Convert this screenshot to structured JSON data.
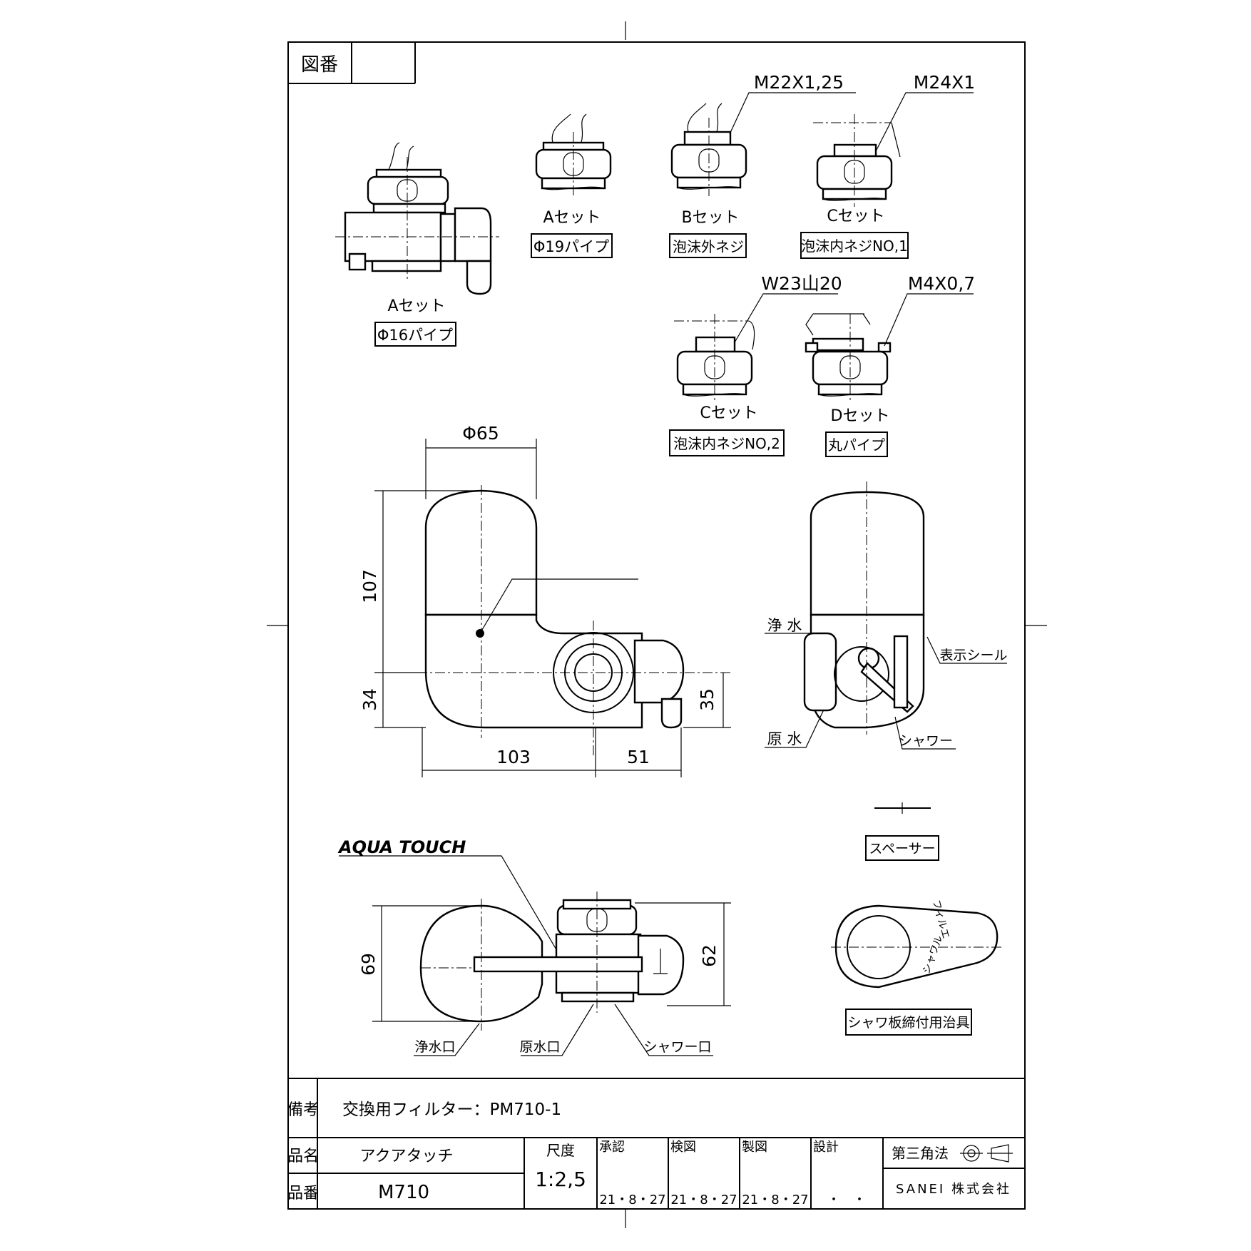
{
  "title_block": {
    "drawing_no_label": "図番",
    "drawing_no_value": "",
    "remarks_label": "備考",
    "remarks_value": "交換用フィルター：PM710-1",
    "product_name_label": "品名",
    "product_name_value": "アクアタッチ",
    "product_no_label": "品番",
    "product_no_value": "M710",
    "scale_label": "尺度",
    "scale_value": "1:2,5",
    "approve_label": "承認",
    "approve_date": "21・8・27",
    "check_label": "検図",
    "check_date": "21・8・27",
    "draw_label": "製図",
    "draw_date": "21・8・27",
    "design_label": "設計",
    "design_date": "・　・",
    "projection_label": "第三角法",
    "company": "SANEI 株式会社"
  },
  "sets": {
    "a16_set": "Aセット",
    "a16_box": "Φ16パイプ",
    "a19_set": "Aセット",
    "a19_box": "Φ19パイプ",
    "b_set": "Bセット",
    "b_box": "泡沫外ネジ",
    "b_thread": "M22X1,25",
    "c1_set": "Cセット",
    "c1_box": "泡沫内ネジNO,1",
    "c1_thread": "M24X1",
    "c2_set": "Cセット",
    "c2_box": "泡沫内ネジNO,2",
    "c2_thread": "W23山20",
    "d_set": "Dセット",
    "d_box": "丸パイプ",
    "d_thread": "M4X0,7"
  },
  "dimensions": {
    "d65": "Φ65",
    "h107": "107",
    "h34": "34",
    "h35": "35",
    "w103": "103",
    "w51": "51",
    "h69": "69",
    "h62": "62"
  },
  "labels": {
    "clean_water": "浄 水",
    "raw_water": "原 水",
    "shower": "シャワー",
    "display_seal": "表示シール",
    "spacer": "スペーサー",
    "jig": "シャワ板締付用治具",
    "brand": "AQUA TOUCH",
    "clean_outlet": "浄水口",
    "raw_outlet": "原水口",
    "shower_outlet": "シャワー口",
    "jig_text_1": "フィルエ",
    "jig_text_2": "シャワル"
  }
}
